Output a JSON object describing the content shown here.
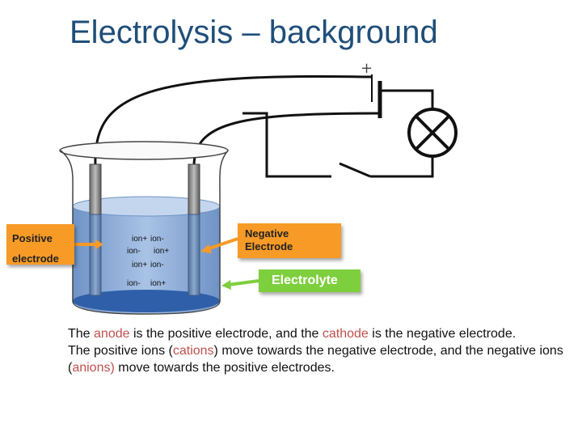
{
  "title": "Electrolysis – background",
  "battery": {
    "plus_sign": "+"
  },
  "labels": {
    "positive_line1": "Positive",
    "positive_line2": "electrode",
    "negative_line1": "Negative",
    "negative_line2": "Electrode",
    "electrolyte": "Electrolyte"
  },
  "ions": {
    "row1": [
      "ion+",
      "ion-"
    ],
    "row2": [
      "ion-",
      "ion+"
    ],
    "row3": [
      "ion+",
      "ion-"
    ],
    "row4": [
      "ion-",
      "ion+"
    ]
  },
  "text": {
    "para1": {
      "pre": "The ",
      "anode": "anode",
      "mid": " is the positive electrode, and the ",
      "cathode": "cathode",
      "post": " is the negative electrode."
    },
    "para2": {
      "pre": "The positive ions (",
      "cations": "cations",
      "mid": ") move towards the negative electrode, and the negative ions (",
      "anions": "anions)",
      "post": " move towards the positive electrodes."
    }
  },
  "colors": {
    "title": "#1f4e79",
    "label_orange": "#f79a26",
    "electrolyte_green": "#7ecf3e",
    "highlight": "#c0504d",
    "liquid": "#8fb0da"
  },
  "icons": {
    "lamp": "lamp-icon",
    "battery": "battery-icon",
    "switch": "switch-icon"
  }
}
